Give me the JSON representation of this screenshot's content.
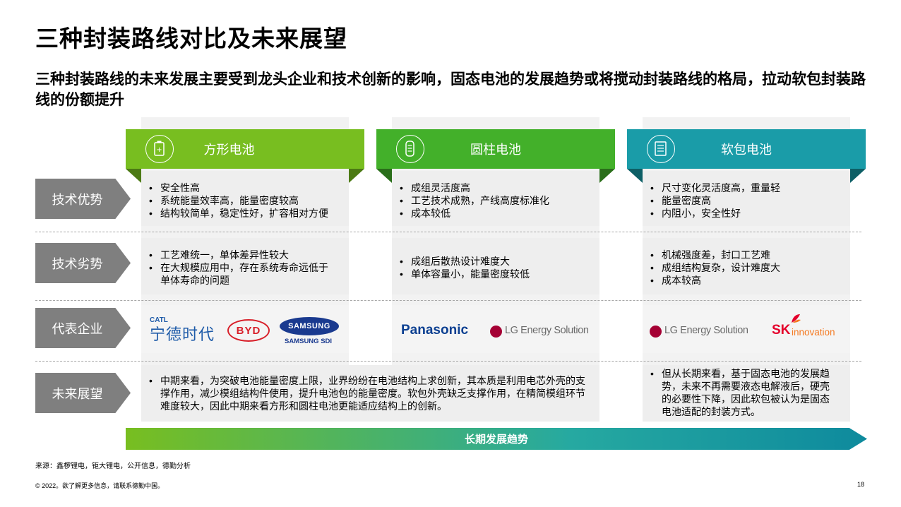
{
  "title": "三种封装路线对比及未来展望",
  "subtitle": "三种封装路线的未来发展主要受到龙头企业和技术创新的影响，固态电池的发展趋势或将搅动封装路线的格局，拉动软包封装路线的份额提升",
  "columns": [
    {
      "label": "方形电池",
      "icon": "prismatic-battery-icon",
      "color": "#78be20",
      "fold": "#4c7a14"
    },
    {
      "label": "圆柱电池",
      "icon": "cylindrical-battery-icon",
      "color": "#43b02a",
      "fold": "#2a6e1a"
    },
    {
      "label": "软包电池",
      "icon": "pouch-battery-icon",
      "color": "#1a9ca8",
      "fold": "#0d5f66"
    }
  ],
  "rows": {
    "advantages": {
      "label": "技术优势",
      "prismatic": [
        "安全性高",
        "系统能量效率高，能量密度较高",
        "结构较简单，稳定性好，扩容相对方便"
      ],
      "cylindrical": [
        "成组灵活度高",
        "工艺技术成熟，产线高度标准化",
        "成本较低"
      ],
      "pouch": [
        "尺寸变化灵活度高，重量轻",
        "能量密度高",
        "内阻小，安全性好"
      ]
    },
    "disadvantages": {
      "label": "技术劣势",
      "prismatic": [
        "工艺难统一，单体差异性较大",
        "在大规模应用中，存在系统寿命远低于单体寿命的问题"
      ],
      "cylindrical": [
        "成组后散热设计难度大",
        "单体容量小，能量密度较低"
      ],
      "pouch": [
        "机械强度差，封口工艺难",
        "成组结构复杂，设计难度大",
        "成本较高"
      ]
    },
    "companies": {
      "label": "代表企业",
      "catl_small": "CATL",
      "catl_cn": "宁德时代",
      "byd": "BYD",
      "samsung": "SAMSUNG",
      "samsung_sdi": "SAMSUNG SDI",
      "panasonic": "Panasonic",
      "lg": "LG Energy Solution",
      "lg2": "LG Energy Solution",
      "sk": "SK",
      "sk_innovation": "innovation"
    },
    "outlook": {
      "label": "未来展望",
      "left": "中期来看，为突破电池能量密度上限，业界纷纷在电池结构上求创新，其本质是利用电芯外壳的支撑作用，减少模组结构件使用，提升电池包的能量密度。软包外壳缺乏支撑作用，在精简模组环节难度较大，因此中期来看方形和圆柱电池更能适应结构上的创新。",
      "right": "但从长期来看，基于固态电池的发展趋势，未来不再需要液态电解液后，硬壳的必要性下降，因此软包被认为是固态电池适配的封装方式。"
    }
  },
  "trend_label": "长期发展趋势",
  "source": "来源：鑫椤锂电，钜大锂电，公开信息，德勤分析",
  "copyright": "© 2022。欲了解更多信息，请联系德勤中国。",
  "page_number": "18",
  "colors": {
    "green": "#78be20",
    "teal": "#1a9ca8",
    "gray": "#7f7f7f"
  }
}
